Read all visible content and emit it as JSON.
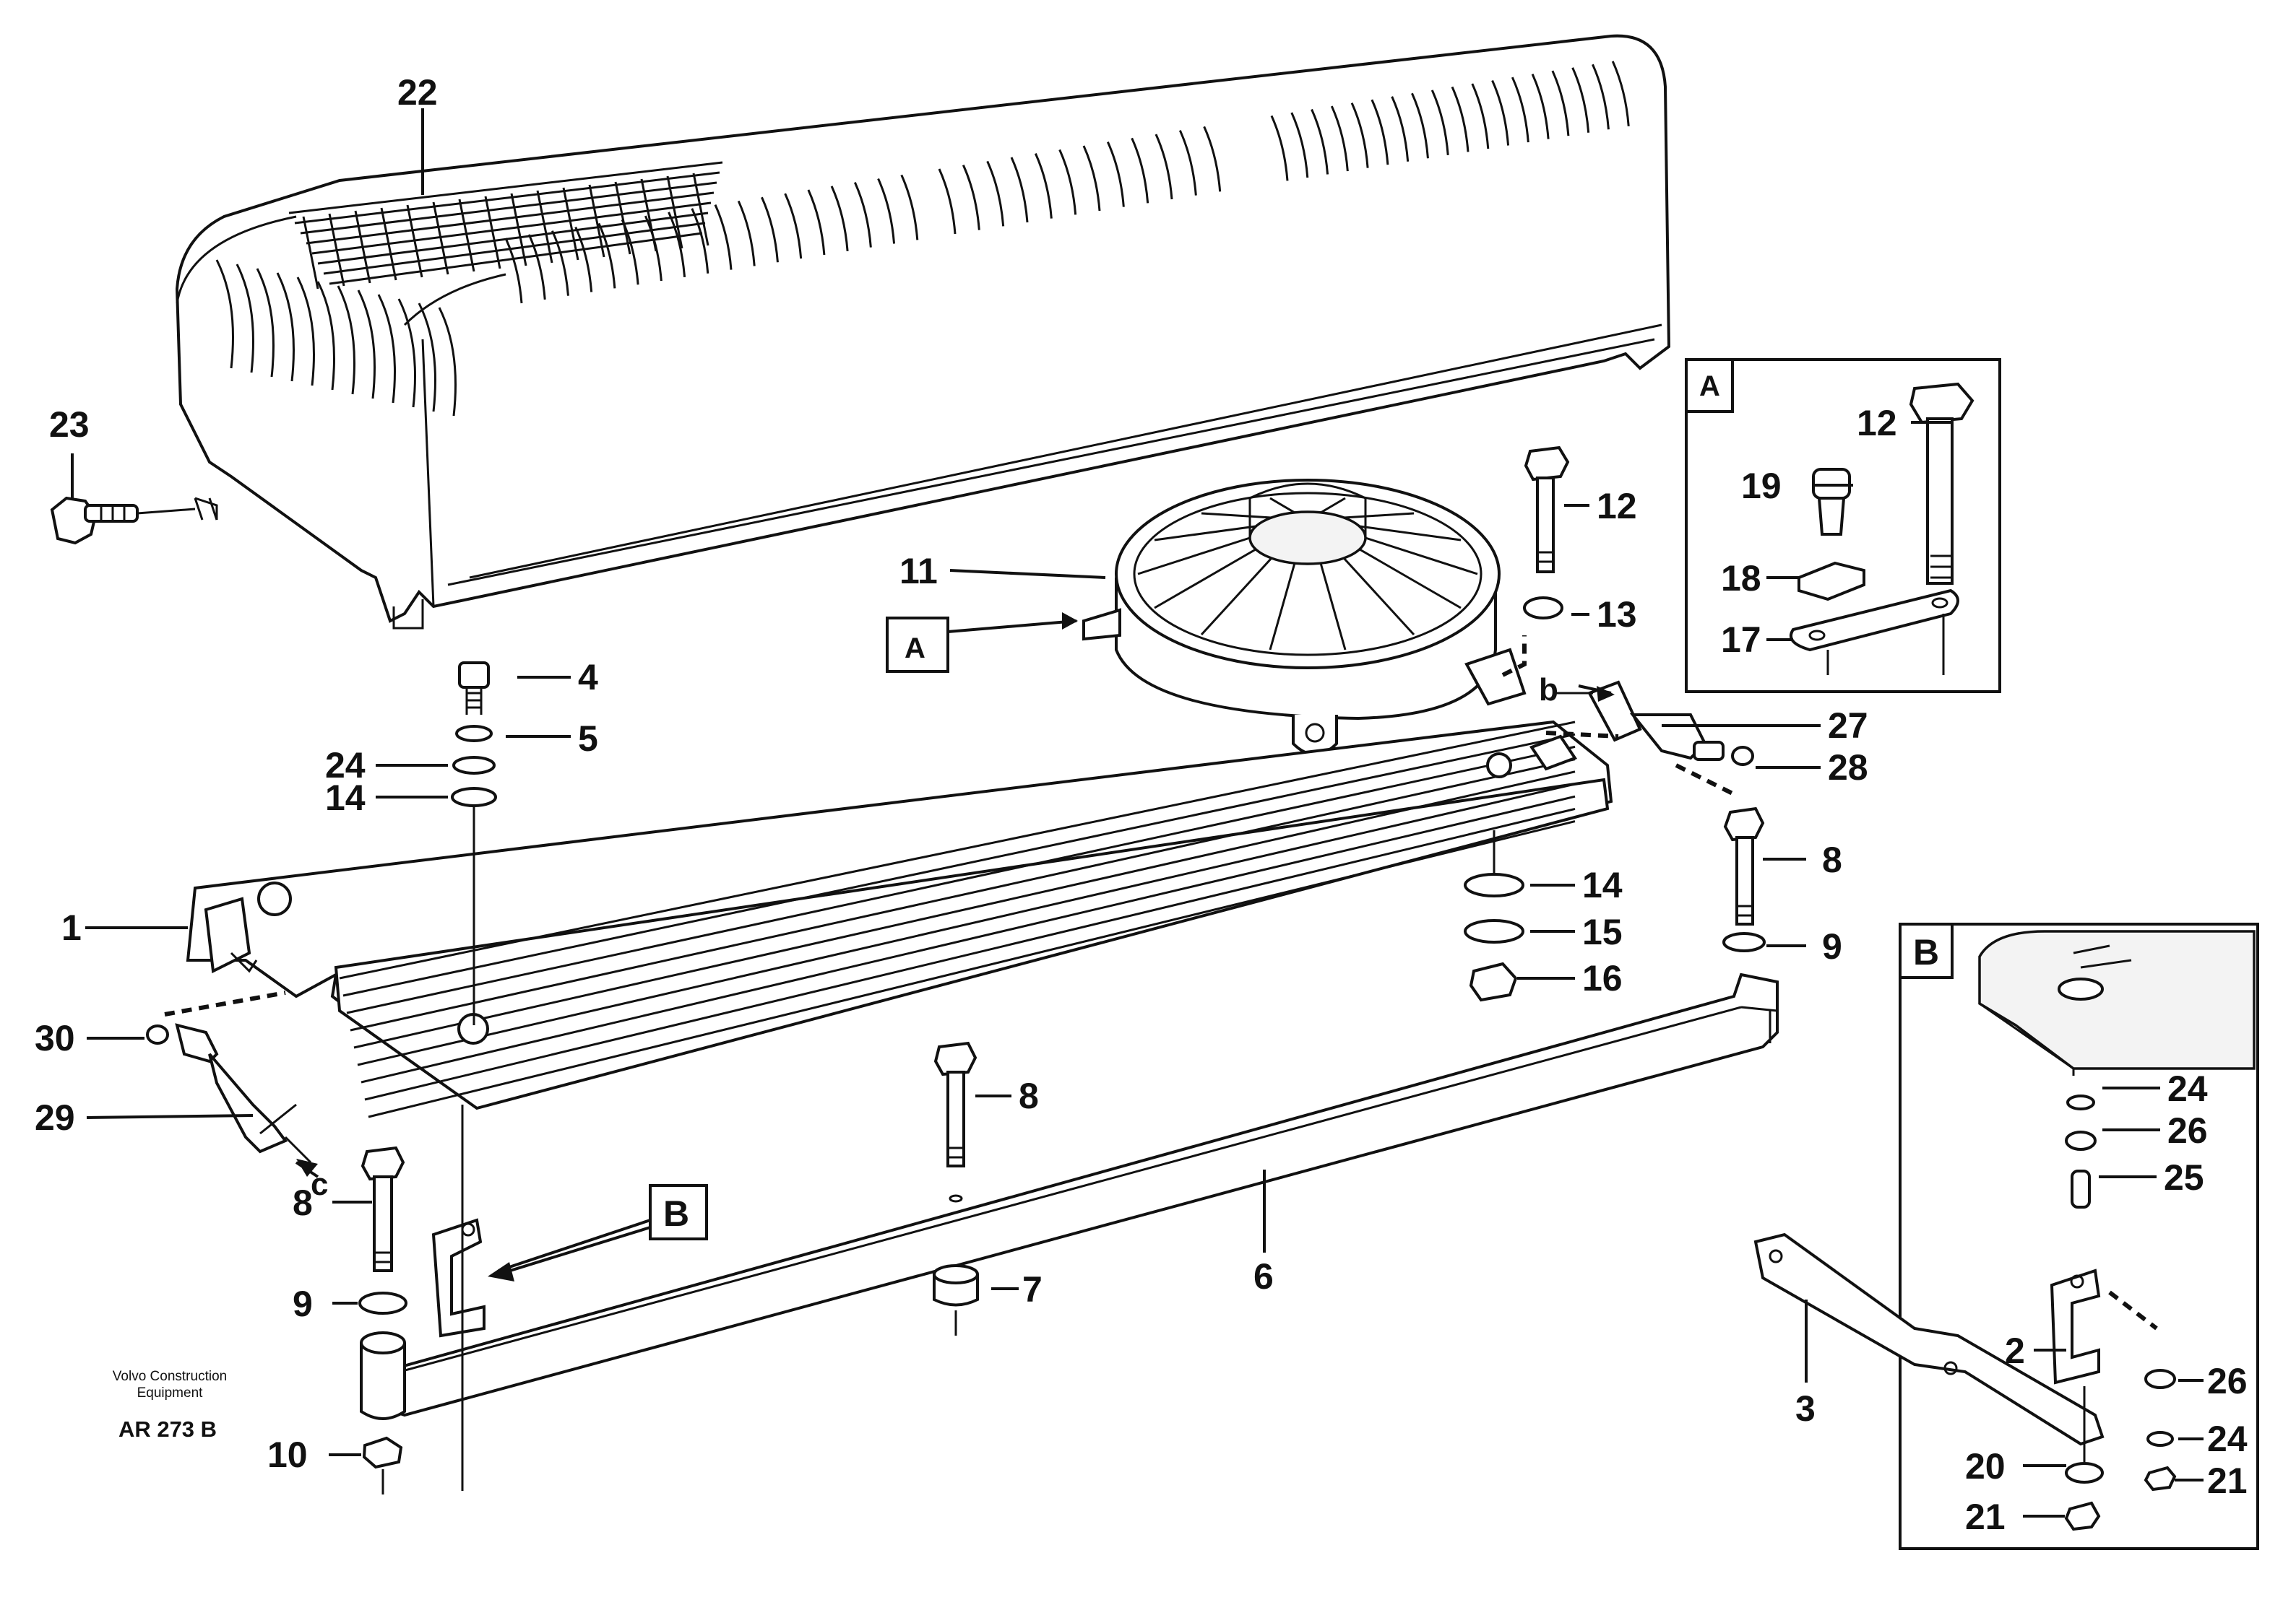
{
  "callouts": {
    "c1": "1",
    "c2": "2",
    "c3": "3",
    "c4": "4",
    "c5": "5",
    "c6": "6",
    "c7": "7",
    "c8a": "8",
    "c8b": "8",
    "c8c": "8",
    "c9a": "9",
    "c9b": "9",
    "c10": "10",
    "c11": "11",
    "c12a": "12",
    "c12b": "12",
    "c13": "13",
    "c14a": "14",
    "c14b": "14",
    "c15": "15",
    "c16": "16",
    "c17": "17",
    "c18": "18",
    "c19": "19",
    "c20": "20",
    "c21a": "21",
    "c21b": "21",
    "c22": "22",
    "c23": "23",
    "c24a": "24",
    "c24b": "24",
    "c24c": "24",
    "c25": "25",
    "c26a": "26",
    "c26b": "26",
    "c27": "27",
    "c28": "28",
    "c29": "29",
    "c30": "30"
  },
  "detail_labels": {
    "a_main": "A",
    "a_inset": "A",
    "b_main": "B",
    "b_inset": "B"
  },
  "connection_labels": {
    "b": "b",
    "c": "c"
  },
  "credit": {
    "line1": "Volvo Construction",
    "line2": "Equipment",
    "ref": "AR 273 B"
  }
}
